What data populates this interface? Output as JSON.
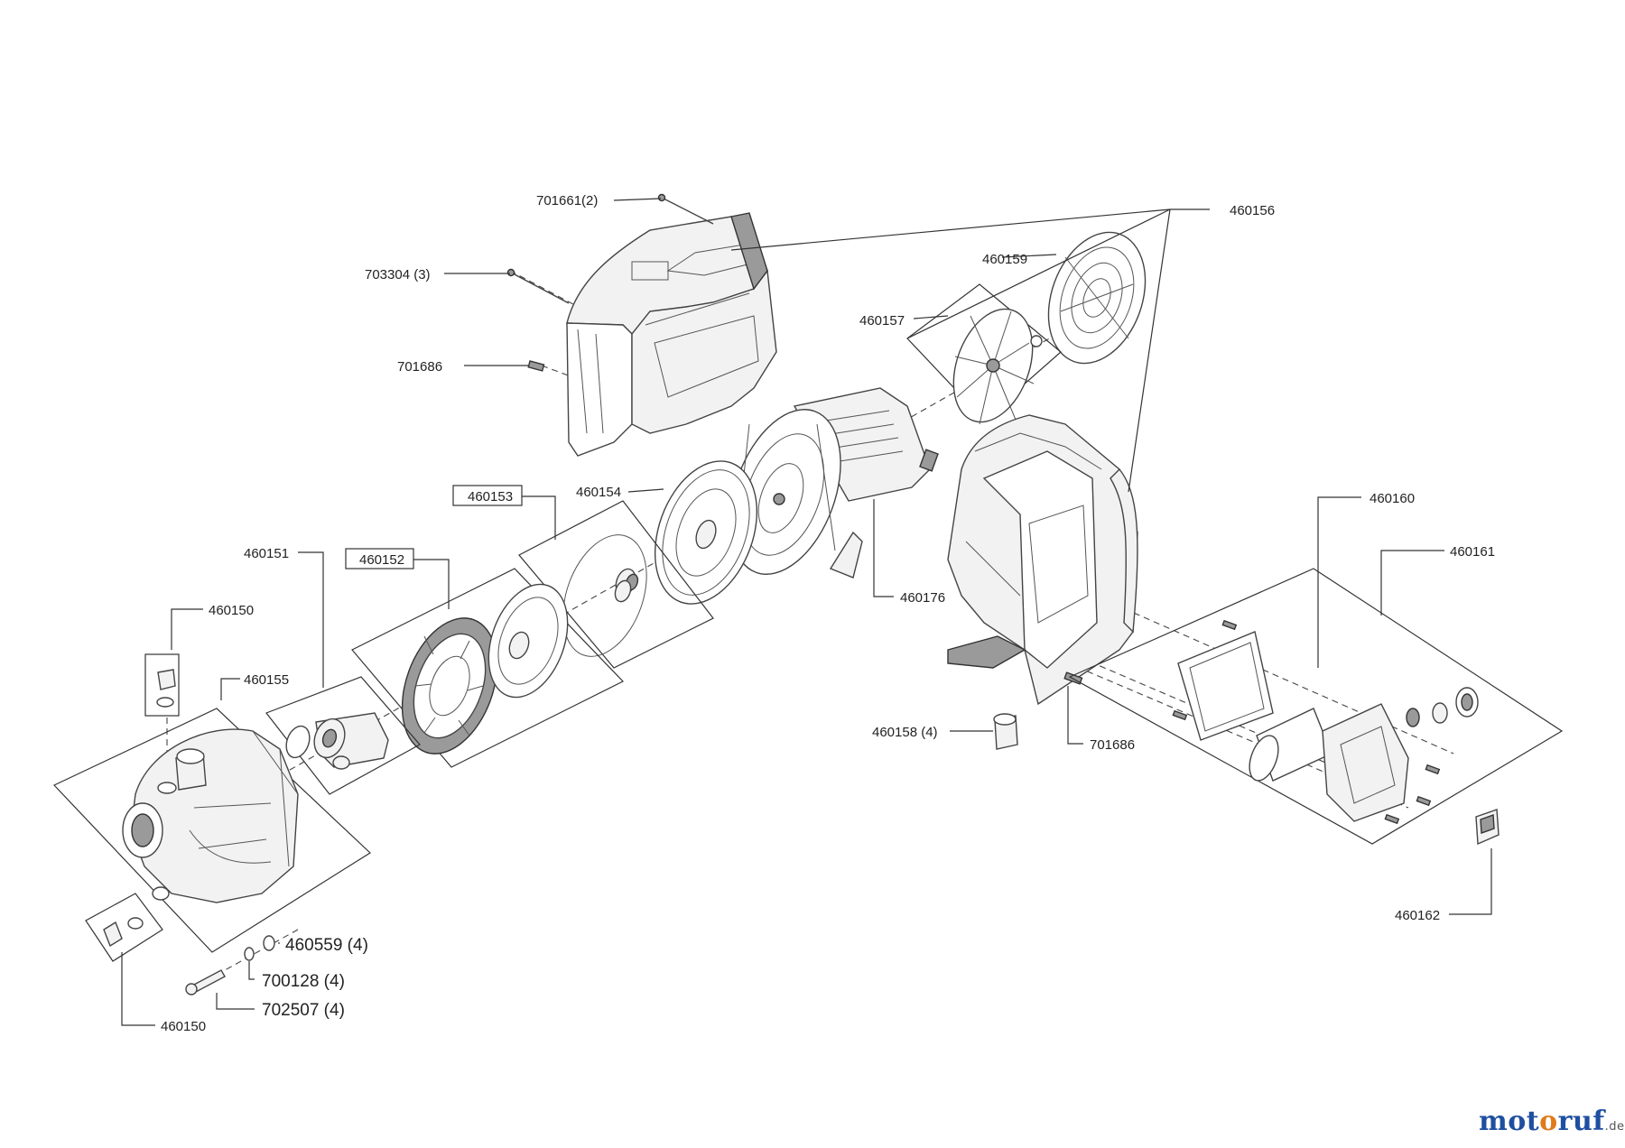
{
  "labels": {
    "p701661": "701661(2)",
    "p703304": "703304 (3)",
    "p701686_top": "701686",
    "p460156": "460156",
    "p460159": "460159",
    "p460157": "460157",
    "p460153": "460153",
    "p460154": "460154",
    "p460151": "460151",
    "p460152": "460152",
    "p460150_top": "460150",
    "p460155": "460155",
    "p460176": "460176",
    "p460160": "460160",
    "p460161": "460161",
    "p460158": "460158 (4)",
    "p701686_bottom": "701686",
    "p460162": "460162",
    "p460559": "460559 (4)",
    "p700128": "700128 (4)",
    "p702507": "702507 (4)",
    "p460150_bottom": "460150"
  },
  "watermark": {
    "part1": "mot",
    "part2": "o",
    "part3": "ruf",
    "domain": ".de"
  }
}
